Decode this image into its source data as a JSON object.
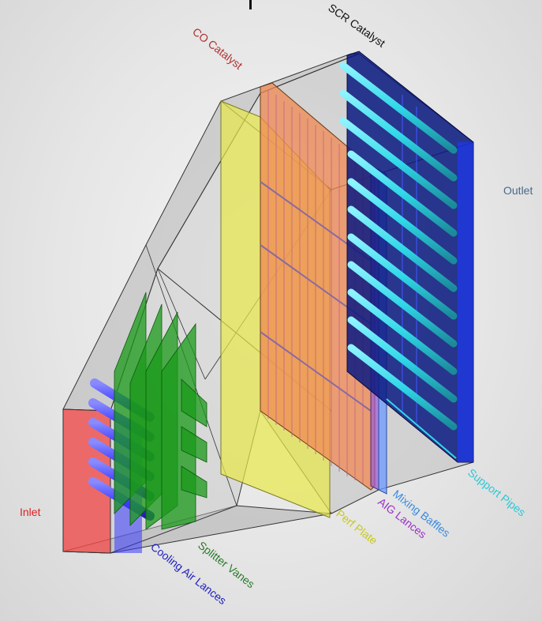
{
  "labels": {
    "co_catalyst": {
      "text": "CO Catalyst",
      "color": "#b03030"
    },
    "scr_catalyst": {
      "text": "SCR Catalyst",
      "color": "#111111"
    },
    "outlet": {
      "text": "Outlet",
      "color": "#4a6a8a"
    },
    "inlet": {
      "text": "Inlet",
      "color": "#e02020"
    },
    "cooling_air": {
      "text": "Cooling Air Lances",
      "color": "#2020c0"
    },
    "splitter_vanes": {
      "text": "Splitter Vanes",
      "color": "#2a7a2a"
    },
    "perf_plate": {
      "text": "Perf Plate",
      "color": "#c8c81a"
    },
    "aig_lances": {
      "text": "AIG Lances",
      "color": "#9a30c8"
    },
    "mixing_baffles": {
      "text": "Mixing Baffles",
      "color": "#3a8ae0"
    },
    "support_pipes": {
      "text": "Support Pipes",
      "color": "#2ac8d8"
    }
  },
  "colors": {
    "duct": "#9a9a9a",
    "inlet_face": "#ff5050",
    "lances": "#3a3aff",
    "vanes": "#1a9a1a",
    "perf_plate": "#e8e84a",
    "co_catalyst": "#f08a50",
    "aig": "#9a5ad8",
    "baffles": "#6a9aff",
    "scr": "#0a1a80",
    "support_pipes": "#30d8e8"
  }
}
